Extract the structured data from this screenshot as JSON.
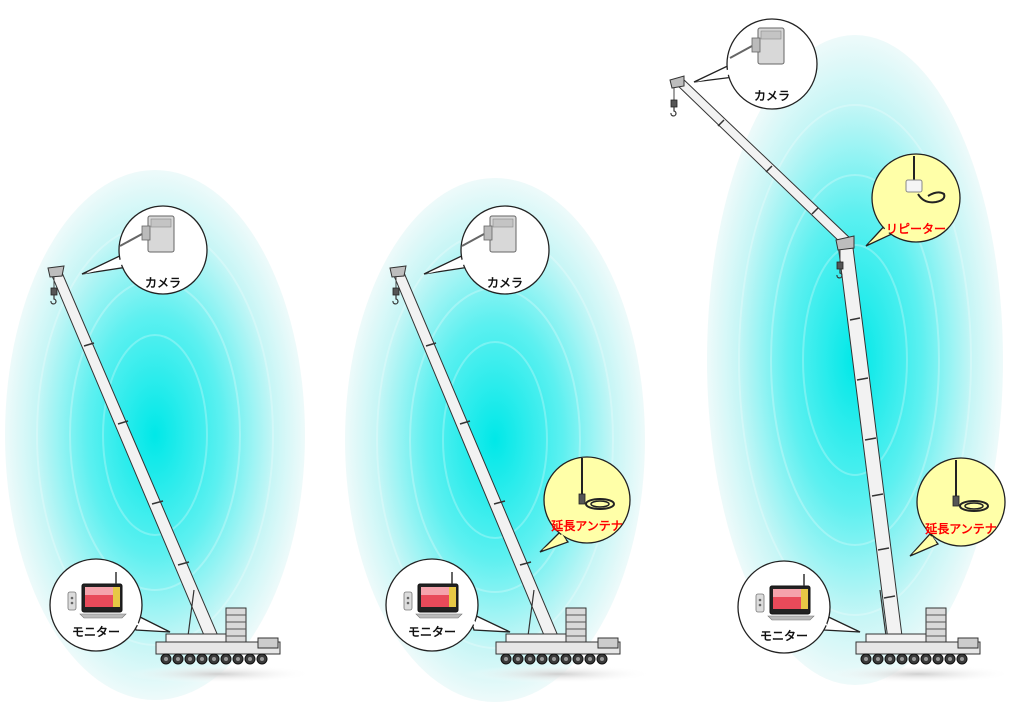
{
  "labels": {
    "camera": "カメラ",
    "monitor": "モニター",
    "antenna": "延長アンテナ",
    "repeater": "リピーター"
  },
  "colors": {
    "signal_center": "#00e5e5",
    "signal_edge": "#e8f7f7",
    "bubble_white": "#ffffff",
    "bubble_yellow": "#ffffa8",
    "label_black": "#111111",
    "label_red": "#ff0000",
    "crane_white": "#f2f2f2",
    "crane_outline": "#333333"
  },
  "scenarios": [
    {
      "id": "camera-monitor",
      "items": [
        "camera",
        "monitor"
      ]
    },
    {
      "id": "camera-antenna-monitor",
      "items": [
        "camera",
        "antenna",
        "monitor"
      ]
    },
    {
      "id": "camera-repeater-antenna-monitor",
      "items": [
        "camera",
        "repeater",
        "antenna",
        "monitor"
      ]
    }
  ]
}
